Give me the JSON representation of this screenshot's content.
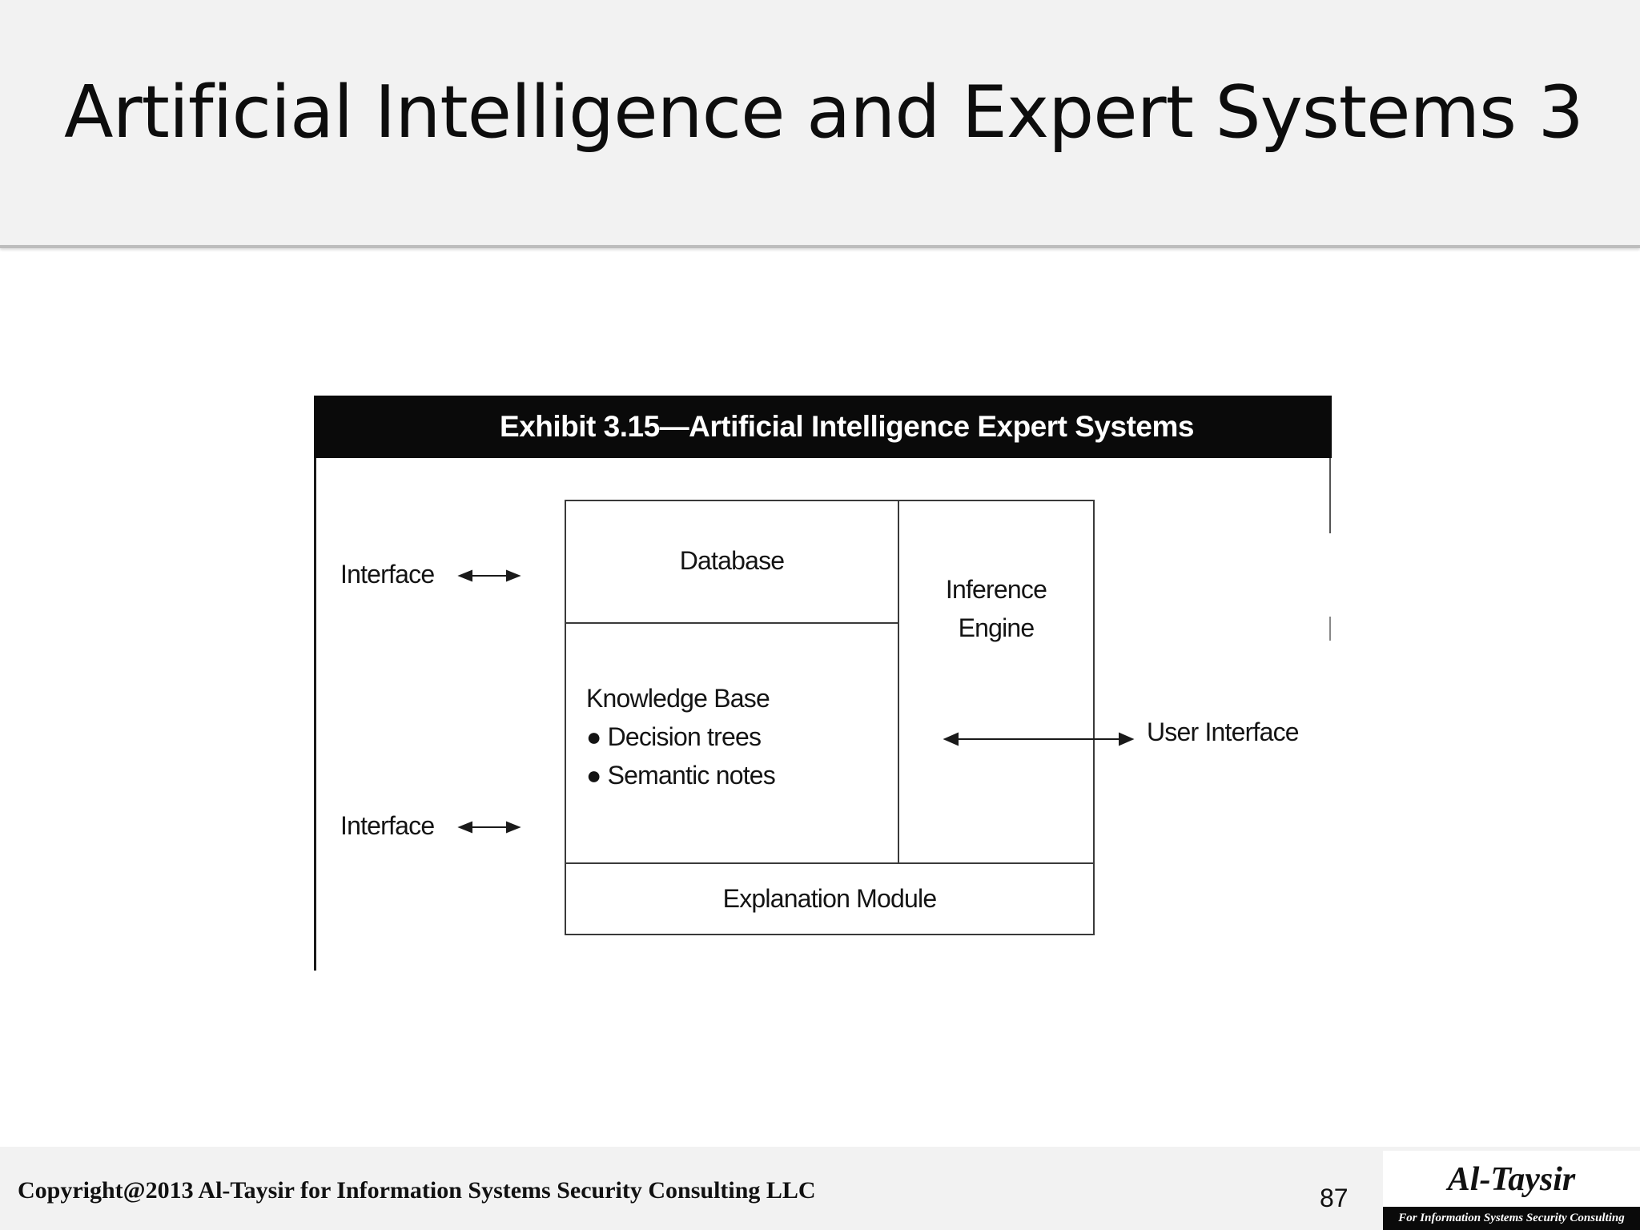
{
  "slide": {
    "title": "Artificial Intelligence and Expert Systems 3",
    "page_number": "87"
  },
  "exhibit": {
    "header": "Exhibit 3.15—Artificial Intelligence Expert Systems",
    "interface_top": "Interface",
    "interface_bottom": "Interface",
    "database": "Database",
    "inference_engine_line1": "Inference",
    "inference_engine_line2": "Engine",
    "knowledge_base": {
      "heading": "Knowledge Base",
      "items": [
        "Decision trees",
        "Semantic notes"
      ]
    },
    "explanation_module": "Explanation Module",
    "user_interface": "User Interface"
  },
  "footer": {
    "copyright": "Copyright@2013 Al-Taysir for Information Systems Security Consulting  LLC",
    "logo_name": "Al-Taysir",
    "logo_tagline": "For Information Systems Security Consulting"
  },
  "colors": {
    "title_band": "#f2f2f2",
    "exhibit_header": "#0a0a0a",
    "line": "#3a3a3a"
  }
}
